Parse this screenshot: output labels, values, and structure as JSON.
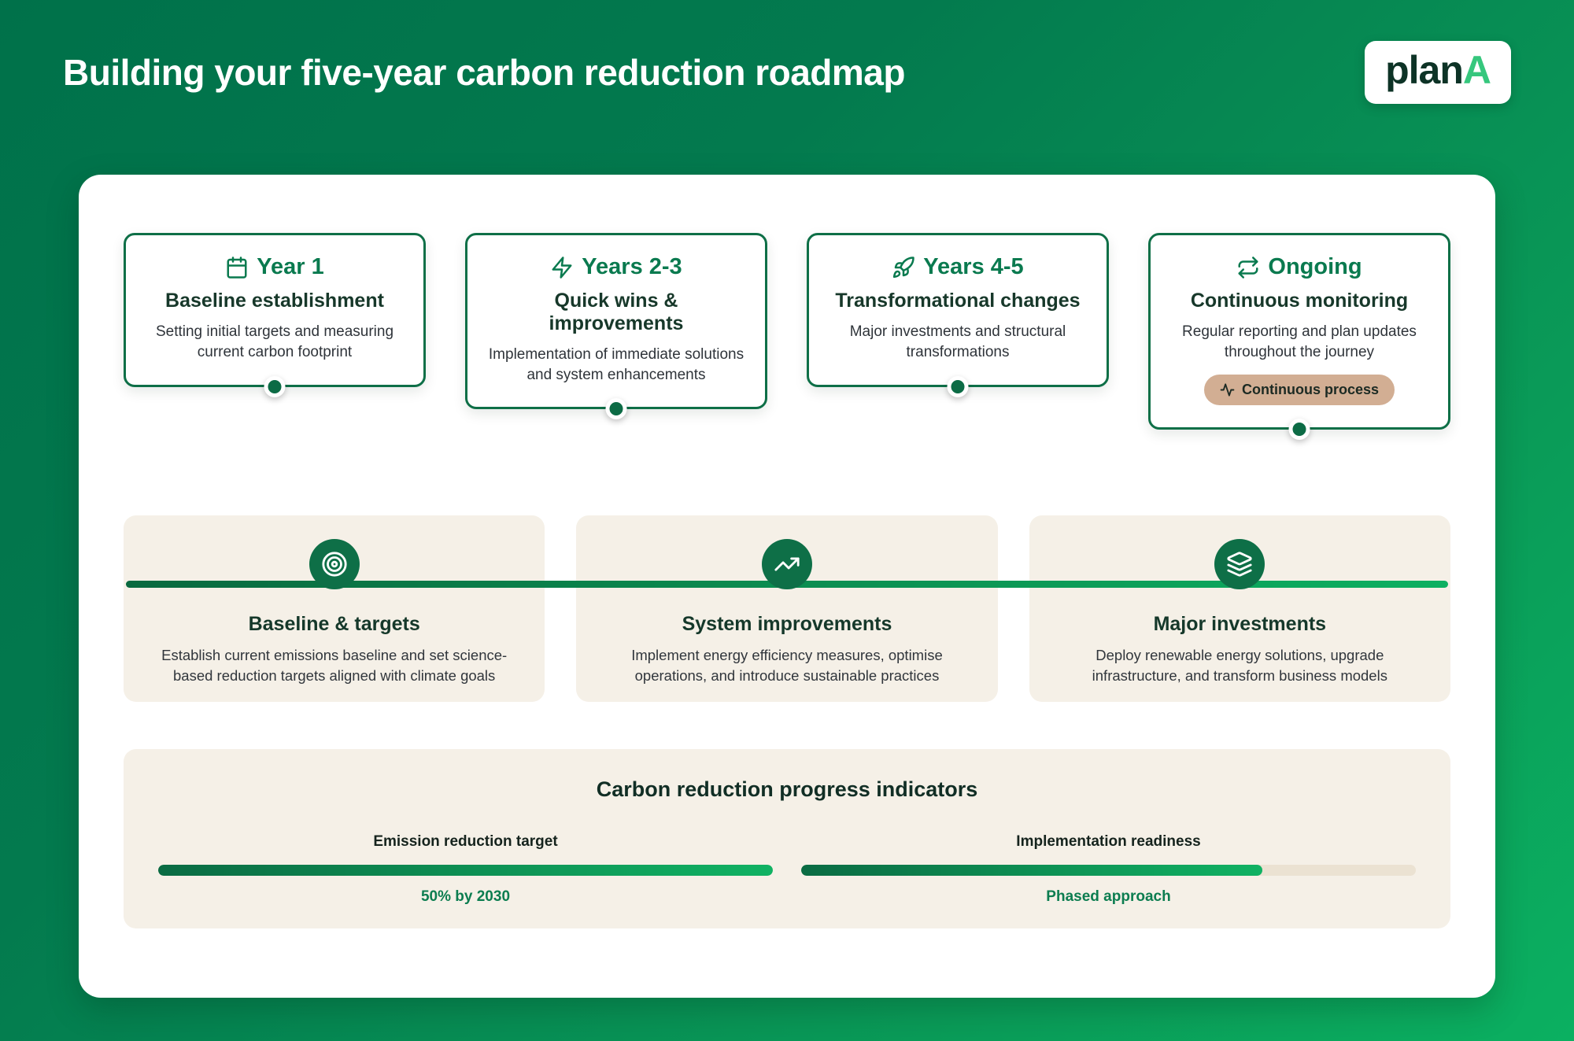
{
  "header": {
    "title": "Building your five-year carbon reduction roadmap",
    "logo": {
      "part1": "plan",
      "part2": "A"
    }
  },
  "timeline_cards": [
    {
      "icon": "calendar-icon",
      "period": "Year 1",
      "title": "Baseline establishment",
      "description": "Setting initial targets and measuring current carbon footprint"
    },
    {
      "icon": "lightning-icon",
      "period": "Years 2-3",
      "title": "Quick wins & improvements",
      "description": "Implementation of immediate solutions and system enhancements"
    },
    {
      "icon": "rocket-icon",
      "period": "Years 4-5",
      "title": "Transformational changes",
      "description": "Major investments and structural transformations"
    },
    {
      "icon": "repeat-icon",
      "period": "Ongoing",
      "title": "Continuous monitoring",
      "description": "Regular reporting and plan updates throughout the journey",
      "badge": "Continuous process"
    }
  ],
  "phase_cards": [
    {
      "icon": "target-icon",
      "title": "Baseline & targets",
      "description": "Establish current emissions baseline and set science-based reduction targets aligned with climate goals"
    },
    {
      "icon": "trending-up-icon",
      "title": "System improvements",
      "description": "Implement energy efficiency measures, optimise operations, and introduce sustainable practices"
    },
    {
      "icon": "layers-icon",
      "title": "Major investments",
      "description": "Deploy renewable energy solutions, upgrade infrastructure, and transform business models"
    }
  ],
  "progress": {
    "title": "Carbon reduction progress indicators",
    "indicators": [
      {
        "label": "Emission reduction target",
        "value_label": "50% by 2030",
        "percent": 100
      },
      {
        "label": "Implementation readiness",
        "value_label": "Phased approach",
        "percent": 75
      }
    ]
  },
  "colors": {
    "background_dark": "#00714a",
    "background_light": "#0bb061",
    "card_border_green": "#0e6f47",
    "accent_green": "#0a7a4f",
    "heading_dark_green": "#17382a",
    "beige_panel": "#f5f0e7",
    "badge_tan": "#d2ae93",
    "bar_track": "#ebe2d2",
    "logo_dark": "#0d3326",
    "logo_bright": "#36c77d"
  }
}
